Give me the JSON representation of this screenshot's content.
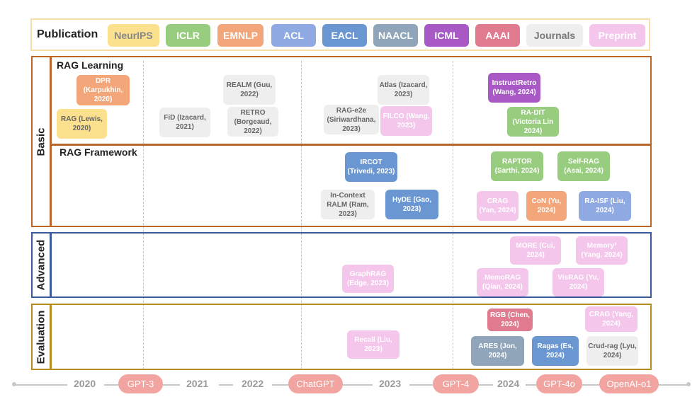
{
  "legend": {
    "title": "Publication",
    "venues": [
      "NeurIPS",
      "ICLR",
      "EMNLP",
      "ACL",
      "EACL",
      "NAACL",
      "ICML",
      "AAAI",
      "Journals",
      "Preprint"
    ]
  },
  "colors": {
    "NeurIPS": "#fbe08e",
    "ICLR": "#98cd7f",
    "EMNLP": "#f3a679",
    "ACL": "#8fa9e2",
    "EACL": "#6a97d1",
    "NAACL": "#90a5b9",
    "ICML": "#a959c6",
    "AAAI": "#e07b8f",
    "Journals": "#eeeeee",
    "Preprint": "#f4c6ec",
    "basic_border": "#b9662d",
    "advanced_border": "#3a5a9c",
    "evaluation_border": "#b48d1d"
  },
  "sections": {
    "basic": "Basic",
    "advanced": "Advanced",
    "evaluation": "Evaluation",
    "rag_learning": "RAG Learning",
    "rag_framework": "RAG Framework"
  },
  "papers": {
    "dpr": "DPR (Karpukhin, 2020)",
    "rag": "RAG (Lewis, 2020)",
    "fid": "FiD (Izacard, 2021)",
    "realm": "REALM (Guu, 2022)",
    "retro": "RETRO (Borgeaud, 2022)",
    "atlas": "Atlas (Izacard, 2023)",
    "rag_e2e": "RAG-e2e (Siriwardhana, 2023)",
    "filco": "FILCO (Wang, 2023)",
    "instructretro": "InstructRetro (Wang, 2024)",
    "ra_dit": "RA-DIT (Victoria Lin 2024)",
    "ircot": "IRCOT (Trivedi, 2023)",
    "icralm": "In-Context RALM (Ram, 2023)",
    "hyde": "HyDE (Gao, 2023)",
    "raptor": "RAPTOR (Sarthi, 2024)",
    "self_rag": "Self-RAG (Asai, 2024)",
    "crag_yan": "CRAG (Yan, 2024)",
    "con": "CoN (Yu, 2024)",
    "ra_isf": "RA-ISF (Liu, 2024)",
    "more": "MORE (Cui, 2024)",
    "memory3": "Memory³ (Yang, 2024)",
    "graphrag": "GraphRAG (Edge, 2023)",
    "memorag": "MemoRAG (Qian, 2024)",
    "visrag": "VisRAG (Yu, 2024)",
    "rgb": "RGB (Chen, 2024)",
    "crag_yang": "CRAG (Yang, 2024)",
    "recall": "Recall (Liu, 2023)",
    "ares": "ARES (Jon, 2024)",
    "ragas": "Ragas (Es, 2024)",
    "crud_rag": "Crud-rag (Lyu, 2024)"
  },
  "timeline": {
    "years": [
      "2020",
      "2021",
      "2022",
      "2023",
      "2024"
    ],
    "models": [
      "GPT-3",
      "ChatGPT",
      "GPT-4",
      "GPT-4o",
      "OpenAI-o1"
    ]
  }
}
